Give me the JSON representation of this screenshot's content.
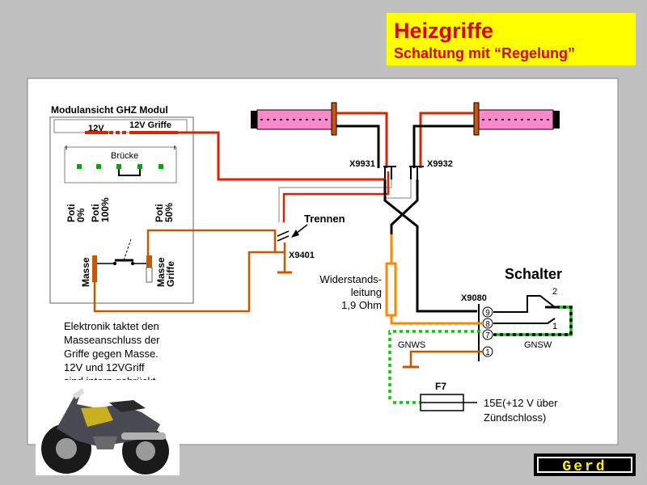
{
  "title": {
    "main": "Heizgriffe",
    "sub": "Schaltung mit “Regelung”",
    "bg_color": "#ffff00",
    "text_color": "#dd0000"
  },
  "module": {
    "heading": "Modulansicht GHZ Modul",
    "pin_12v": "12V",
    "pin_12v_griffe": "12V Griffe",
    "bridge": "Brücke",
    "poti_0": [
      "Poti",
      "0%"
    ],
    "poti_100": [
      "Poti",
      "100%"
    ],
    "poti_50": [
      "Poti",
      "50%"
    ],
    "masse": "Masse",
    "masse_griffe": [
      "Masse",
      "Griffe"
    ]
  },
  "connectors": {
    "x9931": "X9931",
    "x9932": "X9932",
    "x9401": "X9401",
    "x9080": "X9080",
    "trennen": "Trennen"
  },
  "resistor": {
    "label": [
      "Widerstands-",
      "leitung",
      "1,9 Ohm"
    ]
  },
  "switch": {
    "title": "Schalter",
    "pin_2": "2",
    "pin_1": "1",
    "pins": [
      "9",
      "8",
      "7",
      "1"
    ],
    "gnws": "GNWS",
    "gnsw": "GNSW"
  },
  "fuse": {
    "label": "F7",
    "source": [
      "15E(+12 V über",
      "Zündschloss)"
    ]
  },
  "note": [
    "Elektronik taktet den",
    "Masseanschluss der",
    "Griffe gegen Masse.",
    "12V und 12VGriff",
    "sind intern gebrückt"
  ],
  "logo": "Gerd",
  "colors": {
    "wire_red": "#dd2200",
    "wire_orange": "#ff8800",
    "wire_brown": "#cc5500",
    "wire_black": "#000000",
    "wire_green": "#00cc00",
    "grip": "#ff88cc",
    "led": "#00aa00"
  }
}
